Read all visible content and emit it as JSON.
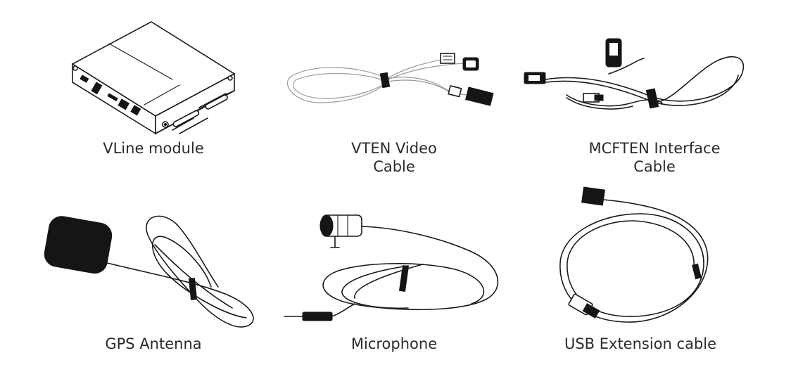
{
  "items": [
    {
      "caption": "VLine module",
      "icon": "module-box-illustration"
    },
    {
      "caption": "VTEN Video\nCable",
      "icon": "video-cable-illustration"
    },
    {
      "caption": "MCFTEN Interface\nCable",
      "icon": "interface-cable-illustration"
    },
    {
      "caption": "GPS Antenna",
      "icon": "gps-antenna-illustration"
    },
    {
      "caption": "Microphone",
      "icon": "microphone-illustration"
    },
    {
      "caption": "USB Extension cable",
      "icon": "usb-cable-illustration"
    }
  ]
}
